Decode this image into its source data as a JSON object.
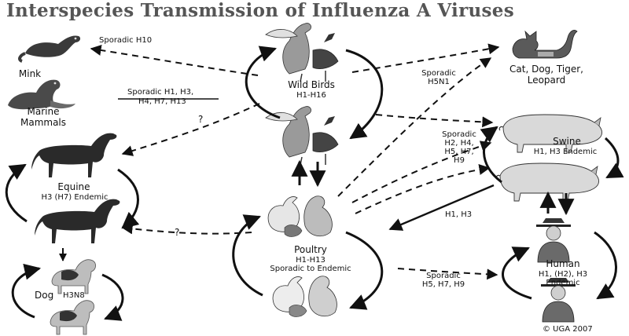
{
  "title": "Interspecies Transmission of Influenza A Viruses",
  "nodes": {
    "mink": {
      "name": "Mink"
    },
    "marine": {
      "name": "Marine",
      "name2": "Mammals"
    },
    "equine": {
      "name": "Equine",
      "sub": "H3 (H7) Endemic"
    },
    "dog": {
      "name": "Dog",
      "sub": "H3N8"
    },
    "wild_birds": {
      "name": "Wild Birds",
      "sub": "H1-H16"
    },
    "poultry": {
      "name": "Poultry",
      "sub": "H1-H13",
      "sub2": "Sporadic to Endemic"
    },
    "cat": {
      "name": "Cat, Dog, Tiger,",
      "name2": "Leopard"
    },
    "swine": {
      "name": "Swine",
      "sub": "H1, H3 Endemic"
    },
    "human": {
      "name": "Human",
      "sub": "H1, (H2), H3",
      "sub2": "Endemic"
    }
  },
  "edges": {
    "mink_label": "Sporadic H10",
    "marine_label1": "Sporadic H1, H3,",
    "marine_label2": "H4, H7, H13",
    "equine_q": "?",
    "poultry_equine_q": "?",
    "cat_label1": "Sporadic",
    "cat_label2": "H5N1",
    "swine_label1": "Sporadic",
    "swine_label2": "H2, H4,",
    "swine_label3": "H5, H7,",
    "swine_label4": "H9",
    "swine_poultry_label": "H1, H3",
    "human_label1": "Sporadic",
    "human_label2": "H5, H7, H9"
  },
  "copyright": "© UGA 2007",
  "colors": {
    "line": "#111111",
    "silhouette": "#3a3a3a",
    "shade": "#8a8a8a",
    "light": "#d6d6d6"
  },
  "icons": [
    "mink-icon",
    "seal-icon",
    "horse-icon",
    "dog-icon",
    "bird-icon",
    "duck-icon",
    "cat-icon",
    "pig-icon",
    "person-icon"
  ]
}
